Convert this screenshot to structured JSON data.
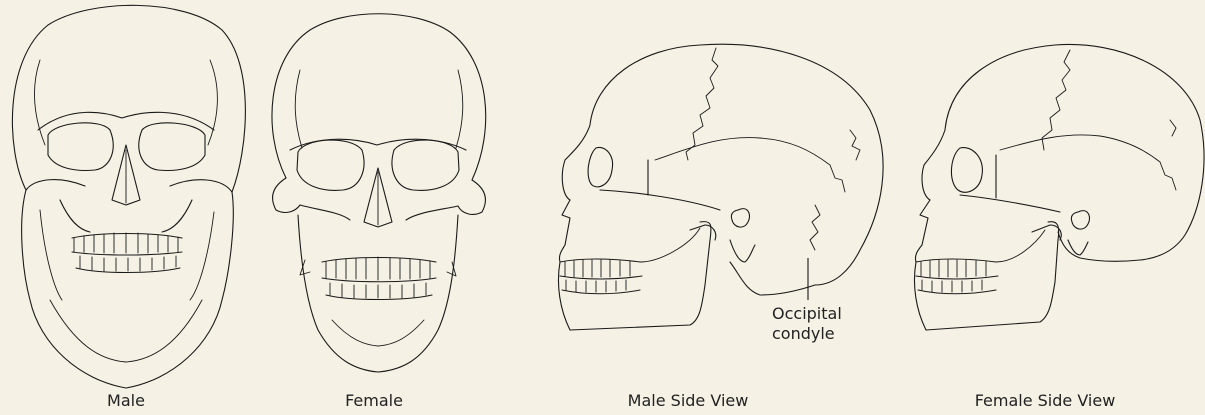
{
  "figure": {
    "background": "#f6f1e5",
    "line_color": "#1a1a1a",
    "captions": {
      "male_front": "Male",
      "female_front": "Female",
      "male_side": "Male Side View",
      "female_side": "Female Side View"
    },
    "annotations": {
      "occipital_line1": "Occipital",
      "occipital_line2": "condyle"
    }
  }
}
